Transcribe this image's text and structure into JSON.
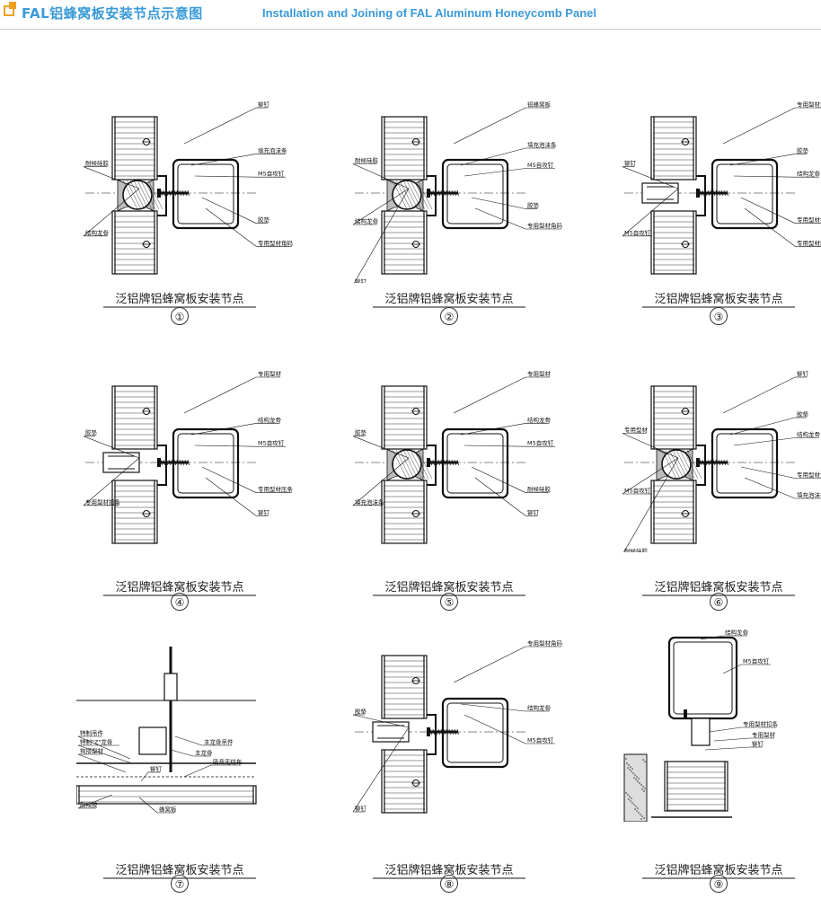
{
  "header": {
    "title": "FAL铝蜂窝板安装节点示意图",
    "subtitle": "Installation and Joining of  FAL Aluminum Honeycomb Panel",
    "accent_color": "#3a9ad9",
    "mark_color": "#f0a020"
  },
  "caption": "泛铝牌铝蜂窝板安装节点",
  "nodes": [
    {
      "num": "①",
      "labels": [
        "铆钉",
        "耐候硅胶",
        "填充泡沫条",
        "M5自攻钉",
        "结构龙骨",
        "胶垫",
        "专用型材角码"
      ]
    },
    {
      "num": "②",
      "labels": [
        "铝蜂窝板",
        "耐候硅胶",
        "填充泡沫条",
        "M5自攻钉",
        "结构龙骨",
        "胶垫",
        "专用型材角码",
        "铆钉"
      ]
    },
    {
      "num": "③",
      "labels": [
        "专用型材角码",
        "铆钉",
        "胶垫",
        "结构龙骨",
        "M5自攻钉",
        "专用型材扣条",
        "专用型材压条"
      ]
    },
    {
      "num": "④",
      "labels": [
        "专用型材",
        "胶垫",
        "结构龙骨",
        "M5自攻钉",
        "专用型材扣条",
        "专用型材压条",
        "铆钉"
      ]
    },
    {
      "num": "⑤",
      "labels": [
        "专用型材",
        "胶垫",
        "结构龙骨",
        "M5自攻钉",
        "填充泡沫条",
        "耐候硅胶",
        "铆钉"
      ]
    },
    {
      "num": "⑥",
      "labels": [
        "铆钉",
        "专用型材",
        "胶垫",
        "结构龙骨",
        "M5自攻钉",
        "专用型材角码",
        "填充泡沫条",
        "耐候硅胶"
      ]
    },
    {
      "num": "⑦",
      "labels": [
        "特制吊件",
        "特制\"Z\"龙骨",
        "钩搭型材",
        "铆钉",
        "主龙骨吊件",
        "主龙骨",
        "吸音无纺布",
        "耐候胶",
        "蜂窝板"
      ]
    },
    {
      "num": "⑧",
      "labels": [
        "专用型材角码",
        "胶垫",
        "结构龙骨",
        "M5自攻钉",
        "铆钉"
      ]
    },
    {
      "num": "⑨",
      "labels": [
        "结构龙骨",
        "M5自攻钉",
        "专用型材扣条",
        "专用型材",
        "铆钉"
      ]
    }
  ]
}
